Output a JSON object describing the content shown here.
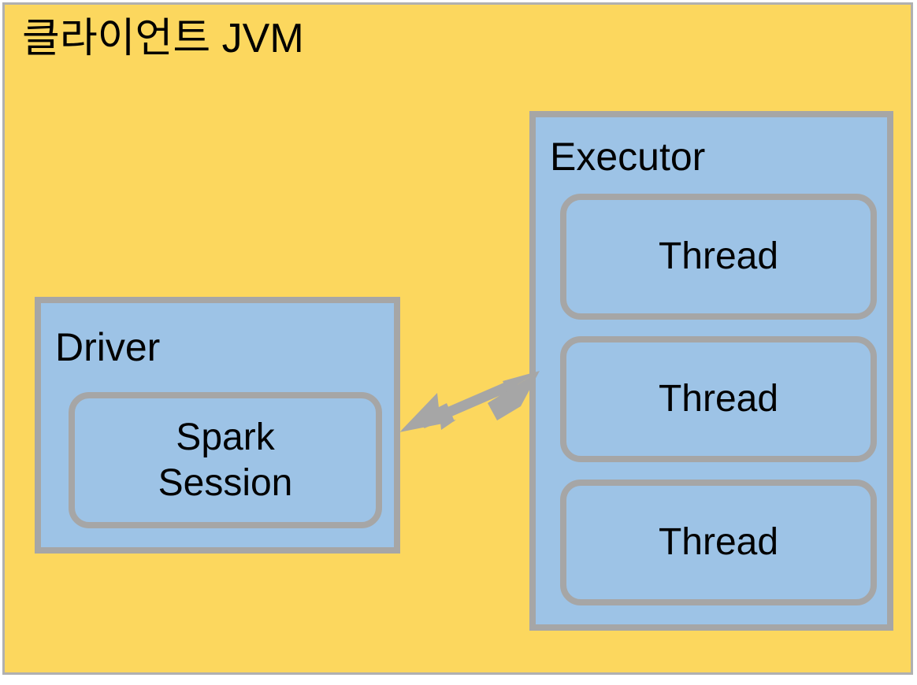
{
  "slide": {
    "title": "클라이언트 JVM",
    "background_color": "#FCD75E",
    "frame_color": "#B0B0B0"
  },
  "palette": {
    "canvas_yellow": "#FCD75E",
    "box_blue": "#9DC3E6",
    "border_gray": "#A6A6A6",
    "arrow_gray": "#A6A6A6",
    "text_black": "#000000"
  },
  "driver": {
    "title": "Driver",
    "spark_session": {
      "line1": "Spark",
      "line2": "Session"
    }
  },
  "executor": {
    "title": "Executor",
    "threads": [
      {
        "label": "Thread"
      },
      {
        "label": "Thread"
      },
      {
        "label": "Thread"
      }
    ]
  },
  "connector": {
    "name": "double-headed-arrow",
    "from": "Driver",
    "to": "Executor",
    "color": "#A6A6A6",
    "bidirectional": true
  }
}
